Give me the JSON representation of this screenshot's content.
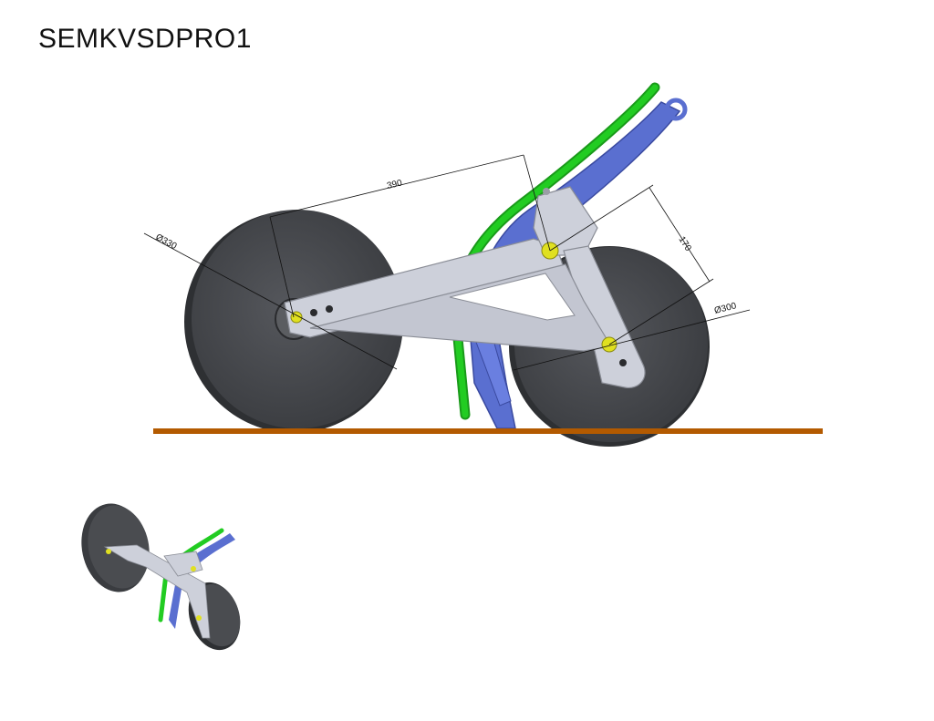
{
  "title": "SEMKVSDPRO1",
  "dimensions": {
    "arm_length": "390",
    "link_length": "170",
    "front_wheel_diameter": "Ø330",
    "rear_wheel_diameter": "Ø300"
  },
  "colors": {
    "ground": "#b35a00",
    "wheel": "#45474b",
    "frame": "#c9ccd6",
    "spring": "#22cc22",
    "shank": "#5a6fd0",
    "bolt": "#e0e020"
  }
}
